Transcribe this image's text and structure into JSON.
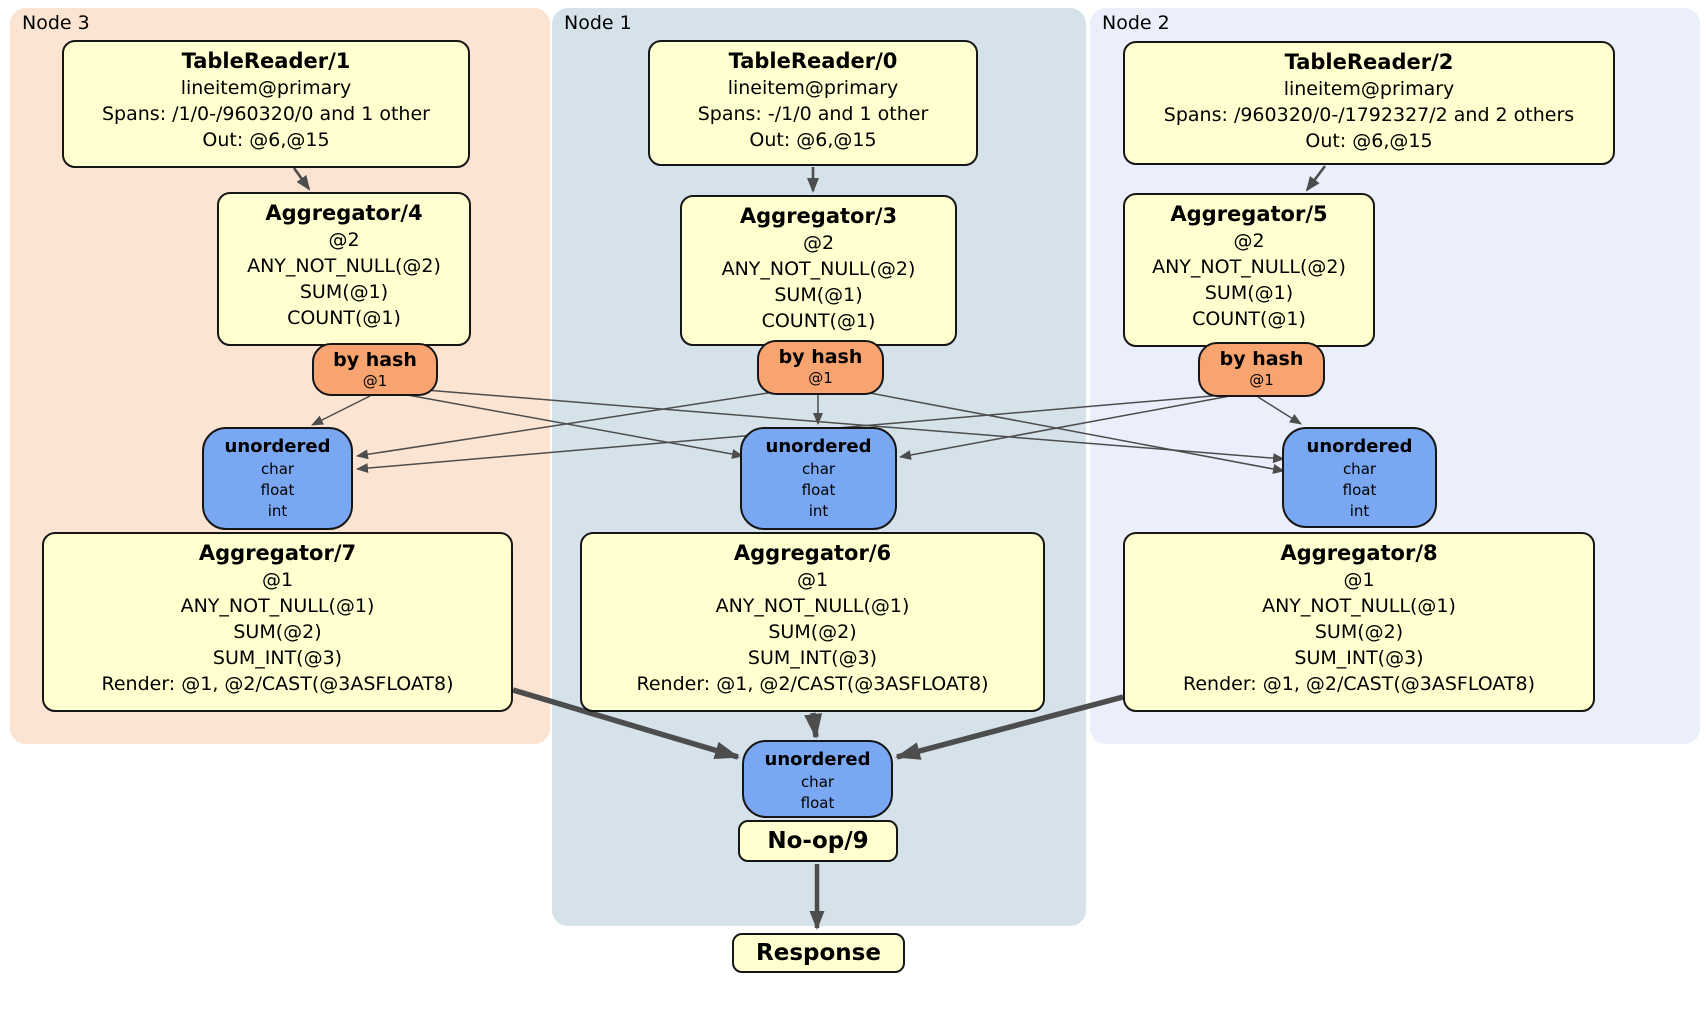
{
  "node_groups": [
    {
      "label": "Node 3",
      "table_reader": {
        "title": "TableReader/1",
        "lines": [
          "lineitem@primary",
          "Spans: /1/0-/960320/0 and 1 other",
          "Out: @6,@15"
        ]
      },
      "stage_aggregator": {
        "title": "Aggregator/4",
        "lines": [
          "@2",
          "ANY_NOT_NULL(@2)",
          "SUM(@1)",
          "COUNT(@1)"
        ]
      },
      "hash_router": {
        "title": "by hash",
        "detail": "@1"
      },
      "sync": {
        "title": "unordered",
        "lines": [
          "char",
          "float",
          "int"
        ]
      },
      "final_aggregator": {
        "title": "Aggregator/7",
        "lines": [
          "@1",
          "ANY_NOT_NULL(@1)",
          "SUM(@2)",
          "SUM_INT(@3)",
          "Render: @1, @2/CAST(@3ASFLOAT8)"
        ]
      }
    },
    {
      "label": "Node 1",
      "table_reader": {
        "title": "TableReader/0",
        "lines": [
          "lineitem@primary",
          "Spans: -/1/0 and 1 other",
          "Out: @6,@15"
        ]
      },
      "stage_aggregator": {
        "title": "Aggregator/3",
        "lines": [
          "@2",
          "ANY_NOT_NULL(@2)",
          "SUM(@1)",
          "COUNT(@1)"
        ]
      },
      "hash_router": {
        "title": "by hash",
        "detail": "@1"
      },
      "sync": {
        "title": "unordered",
        "lines": [
          "char",
          "float",
          "int"
        ]
      },
      "final_aggregator": {
        "title": "Aggregator/6",
        "lines": [
          "@1",
          "ANY_NOT_NULL(@1)",
          "SUM(@2)",
          "SUM_INT(@3)",
          "Render: @1, @2/CAST(@3ASFLOAT8)"
        ]
      }
    },
    {
      "label": "Node 2",
      "table_reader": {
        "title": "TableReader/2",
        "lines": [
          "lineitem@primary",
          "Spans: /960320/0-/1792327/2 and 2 others",
          "Out: @6,@15"
        ]
      },
      "stage_aggregator": {
        "title": "Aggregator/5",
        "lines": [
          "@2",
          "ANY_NOT_NULL(@2)",
          "SUM(@1)",
          "COUNT(@1)"
        ]
      },
      "hash_router": {
        "title": "by hash",
        "detail": "@1"
      },
      "sync": {
        "title": "unordered",
        "lines": [
          "char",
          "float",
          "int"
        ]
      },
      "final_aggregator": {
        "title": "Aggregator/8",
        "lines": [
          "@1",
          "ANY_NOT_NULL(@1)",
          "SUM(@2)",
          "SUM_INT(@3)",
          "Render: @1, @2/CAST(@3ASFLOAT8)"
        ]
      }
    }
  ],
  "output_chain": {
    "sync": {
      "title": "unordered",
      "lines": [
        "char",
        "float"
      ]
    },
    "noop_label": "No-op/9",
    "response_label": "Response"
  },
  "colors": {
    "node3_bg": "#fce4d2",
    "node1_bg": "#d5e2ea",
    "node2_bg": "#eaeffb",
    "processor_fill": "#ffffcf",
    "router_fill": "#f8a471",
    "sync_fill": "#7aa7f2",
    "box_border": "#161616",
    "edge": "#4d4d4d"
  }
}
